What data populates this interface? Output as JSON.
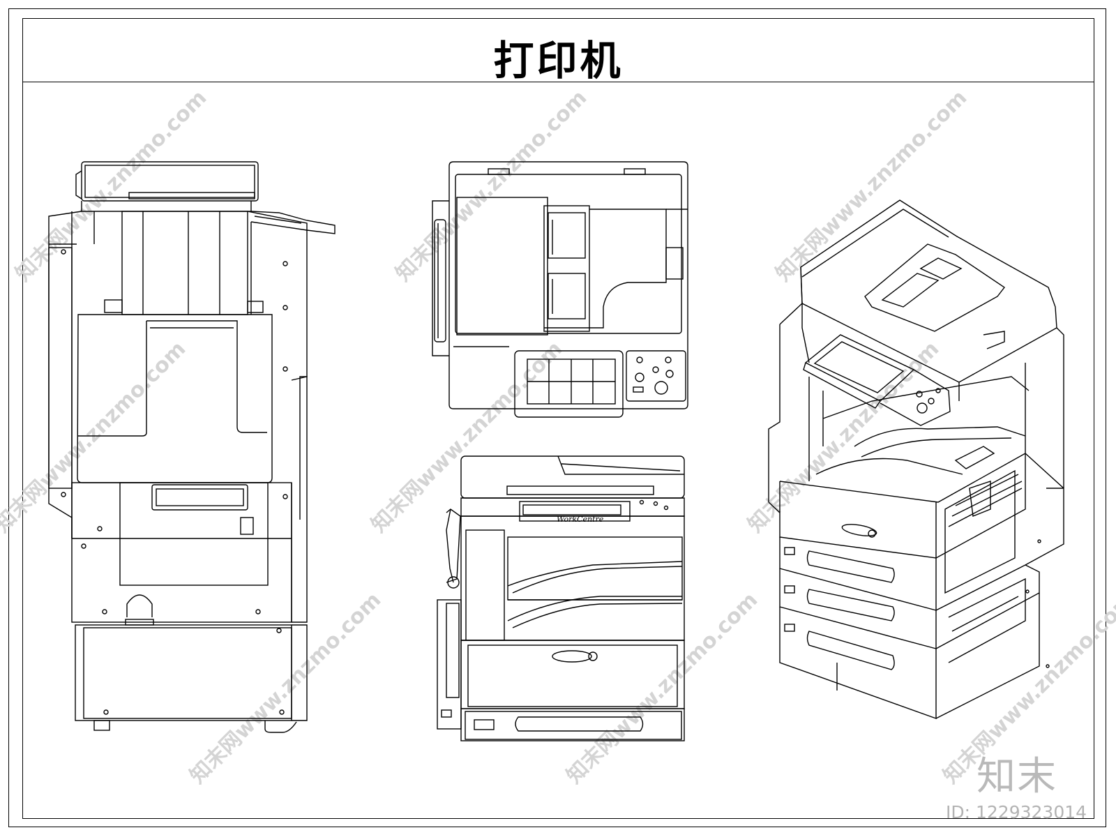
{
  "title": "打印机",
  "brand_text": "知末",
  "id_text": "ID: 1229323014",
  "watermark_text": "知末网www.znzmo.com",
  "side_view": {
    "label": "WorkCentre"
  },
  "colors": {
    "line": "#000000",
    "watermark": "#d4d4d4",
    "brand": "#b9b9b9"
  }
}
